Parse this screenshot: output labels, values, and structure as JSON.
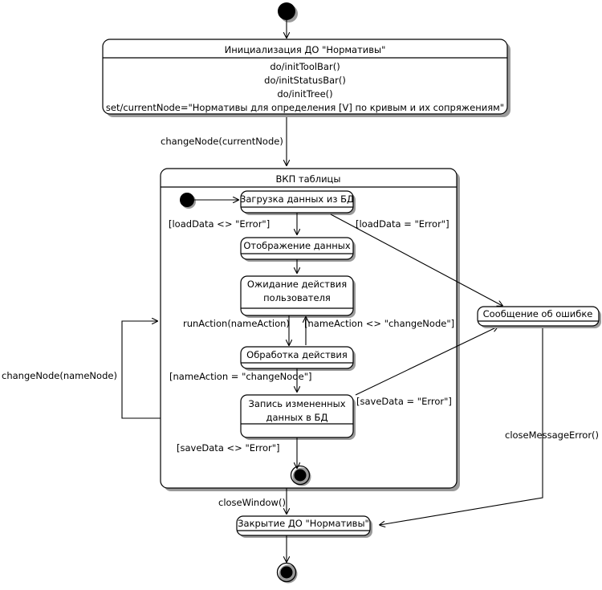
{
  "diagram": {
    "type": "uml-state-machine",
    "language": "ru",
    "title": "",
    "colors": {
      "stroke": "#000000",
      "fill": "#ffffff",
      "shadow": "#9a9a9a"
    }
  },
  "nodes": {
    "start": {
      "kind": "initial-state",
      "label": ""
    },
    "init_state": {
      "kind": "state",
      "name": "Инициализация ДО \"Нормативы\"",
      "actions": [
        "do/initToolBar()",
        "do/initStatusBar()",
        "do/initTree()",
        "set/currentNode=\"Нормативы для определения [V] по кривым и их сопряжениям\""
      ]
    },
    "composite": {
      "kind": "composite-state",
      "name": "ВКП таблицы",
      "inner_start": {
        "kind": "initial-state",
        "label": ""
      },
      "inner_final": {
        "kind": "final-state",
        "label": ""
      },
      "substates": [
        {
          "id": "load",
          "name": "Загрузка данных из БД"
        },
        {
          "id": "display",
          "name": "Отображение данных"
        },
        {
          "id": "wait",
          "name": "Ожидание действия пользователя"
        },
        {
          "id": "process",
          "name": "Обработка действия"
        },
        {
          "id": "save",
          "name": "Запись измененных данных в БД"
        }
      ]
    },
    "error_state": {
      "kind": "state",
      "name": "Сообщение об ошибке"
    },
    "close_state": {
      "kind": "state",
      "name": "Закрытие ДО \"Нормативы\""
    },
    "final": {
      "kind": "final-state",
      "label": ""
    }
  },
  "transitions": [
    {
      "id": "t1",
      "from": "start",
      "to": "init_state",
      "label": ""
    },
    {
      "id": "t2",
      "from": "init_state",
      "to": "composite",
      "label": "changeNode(currentNode)"
    },
    {
      "id": "t3",
      "from": "inner_start",
      "to": "load",
      "label": ""
    },
    {
      "id": "t4",
      "from": "load",
      "to": "display",
      "label": "[loadData <> \"Error\"]"
    },
    {
      "id": "t5",
      "from": "load",
      "to": "error_state",
      "label": "[loadData = \"Error\"]"
    },
    {
      "id": "t6",
      "from": "display",
      "to": "wait",
      "label": ""
    },
    {
      "id": "t7",
      "from": "wait",
      "to": "process",
      "label": "runAction(nameAction)"
    },
    {
      "id": "t8",
      "from": "process",
      "to": "wait",
      "label": "[nameAction <> \"changeNode\"]"
    },
    {
      "id": "t9",
      "from": "process",
      "to": "save",
      "label": "[nameAction = \"changeNode\"]"
    },
    {
      "id": "t10",
      "from": "save",
      "to": "error_state",
      "label": "[saveData = \"Error\"]"
    },
    {
      "id": "t11",
      "from": "save",
      "to": "inner_final",
      "label": "[saveData <> \"Error\"]"
    },
    {
      "id": "t12",
      "from": "composite",
      "to": "composite",
      "label": "changeNode(nameNode)"
    },
    {
      "id": "t13",
      "from": "composite",
      "to": "close_state",
      "label": "closeWindow()"
    },
    {
      "id": "t14",
      "from": "error_state",
      "to": "close_state",
      "label": "closeMessageError()"
    },
    {
      "id": "t15",
      "from": "close_state",
      "to": "final",
      "label": ""
    }
  ],
  "labels": {
    "init_title": "Инициализация ДО \"Нормативы\"",
    "init_a1": "do/initToolBar()",
    "init_a2": "do/initStatusBar()",
    "init_a3": "do/initTree()",
    "init_a4": "set/currentNode=\"Нормативы для определения [V] по кривым и их сопряжениям\"",
    "change_current": "changeNode(currentNode)",
    "composite_title": "ВКП таблицы",
    "load": "Загрузка данных из БД",
    "display": "Отображение данных",
    "wait_l1": "Ожидание действия",
    "wait_l2": "пользователя",
    "process": "Обработка действия",
    "save_l1": "Запись измененных",
    "save_l2": "данных в БД",
    "error": "Сообщение об ошибке",
    "close": "Закрытие ДО \"Нормативы\"",
    "g_load_ok": "[loadData <> \"Error\"]",
    "g_load_err": "[loadData = \"Error\"]",
    "g_run": "runAction(nameAction)",
    "g_name_ne": "[nameAction <> \"changeNode\"]",
    "g_name_eq": "[nameAction = \"changeNode\"]",
    "g_save_err": "[saveData = \"Error\"]",
    "g_save_ok": "[saveData <> \"Error\"]",
    "g_change_node": "changeNode(nameNode)",
    "g_close_window": "closeWindow()",
    "g_close_msg": "closeMessageError()"
  }
}
